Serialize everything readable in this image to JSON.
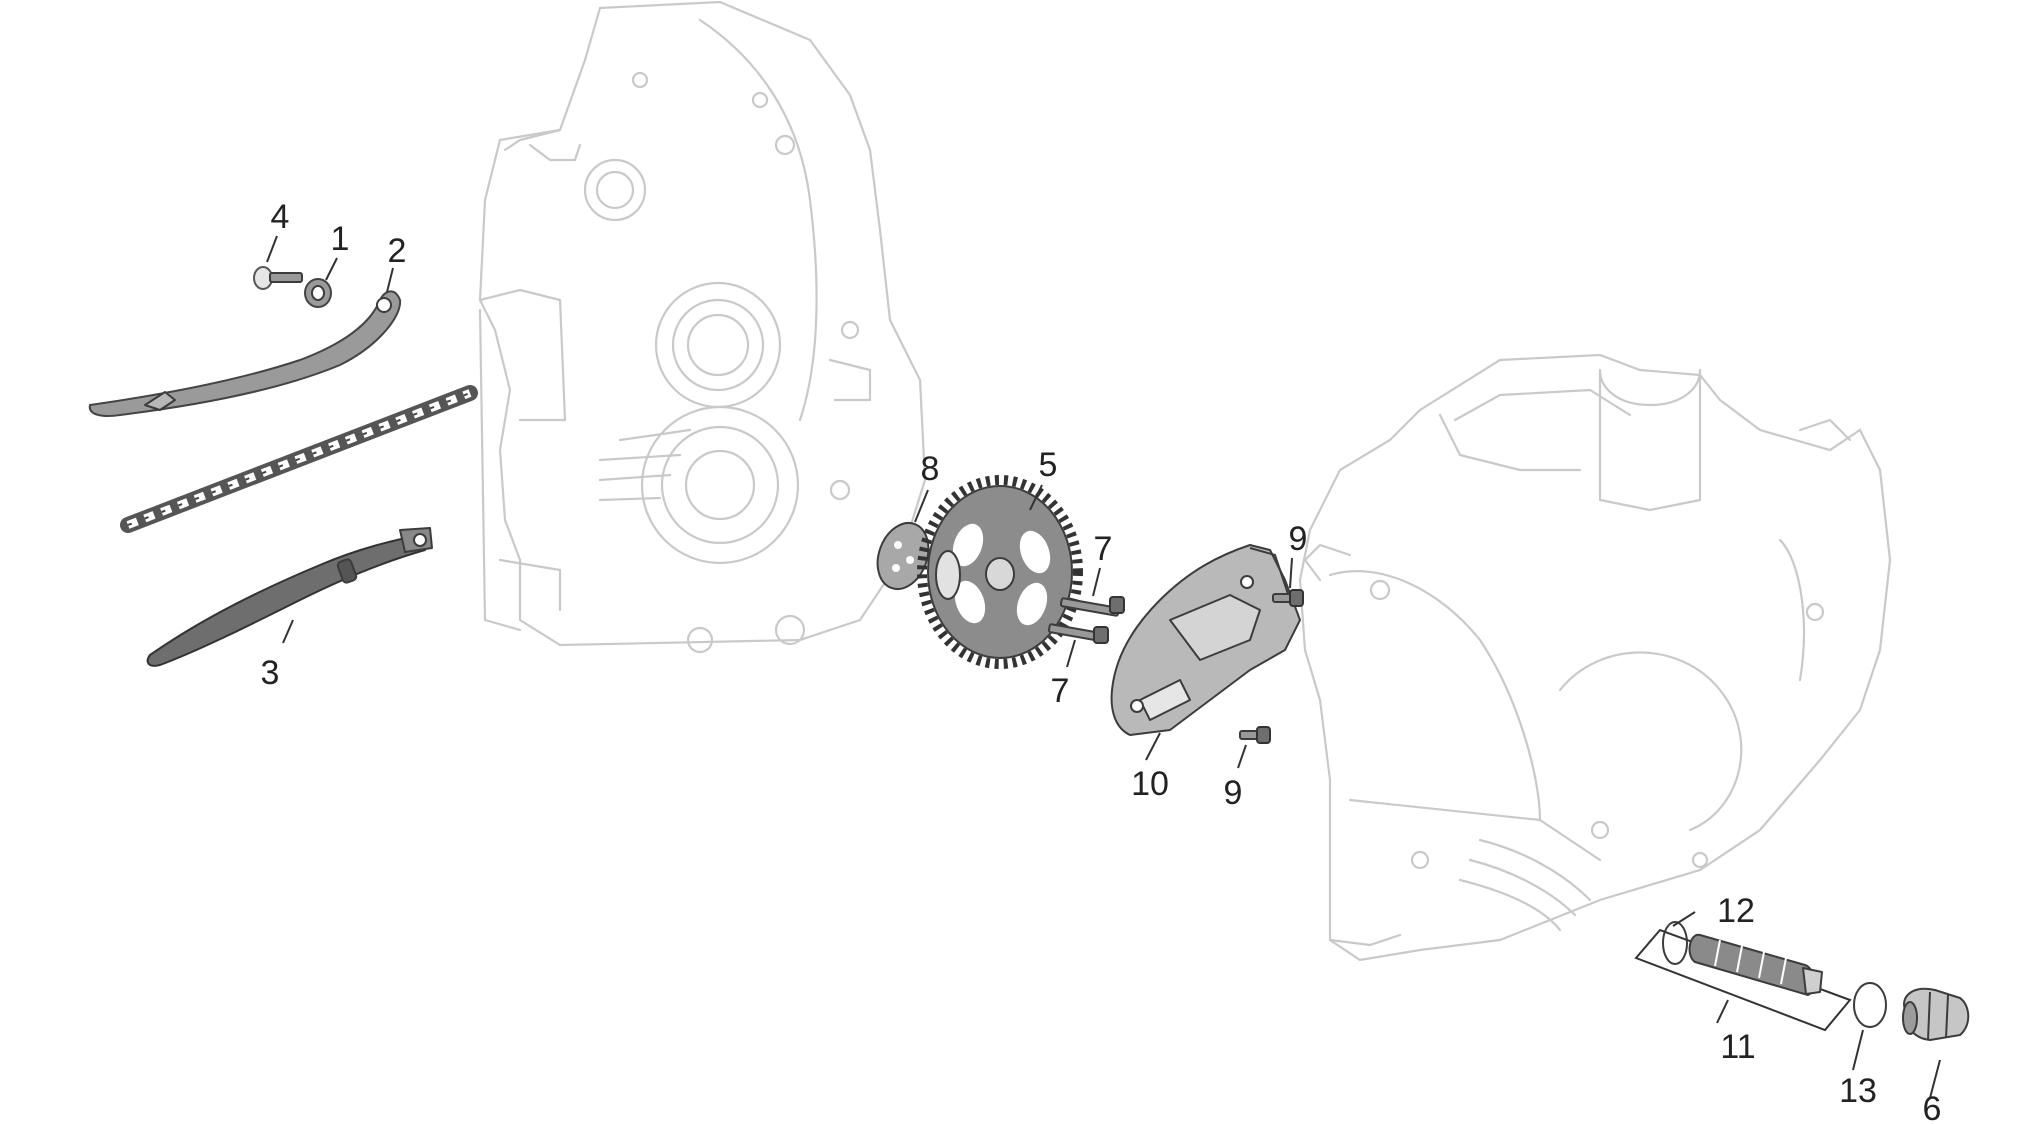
{
  "callouts": [
    {
      "id": "c4",
      "text": "4"
    },
    {
      "id": "c1",
      "text": "1"
    },
    {
      "id": "c2",
      "text": "2"
    },
    {
      "id": "c3",
      "text": "3"
    },
    {
      "id": "c8",
      "text": "8"
    },
    {
      "id": "c5",
      "text": "5"
    },
    {
      "id": "c7a",
      "text": "7"
    },
    {
      "id": "c7b",
      "text": "7"
    },
    {
      "id": "c9a",
      "text": "9"
    },
    {
      "id": "c9b",
      "text": "9"
    },
    {
      "id": "c10",
      "text": "10"
    },
    {
      "id": "c12",
      "text": "12"
    },
    {
      "id": "c11",
      "text": "11"
    },
    {
      "id": "c13",
      "text": "13"
    },
    {
      "id": "c6",
      "text": "6"
    }
  ]
}
